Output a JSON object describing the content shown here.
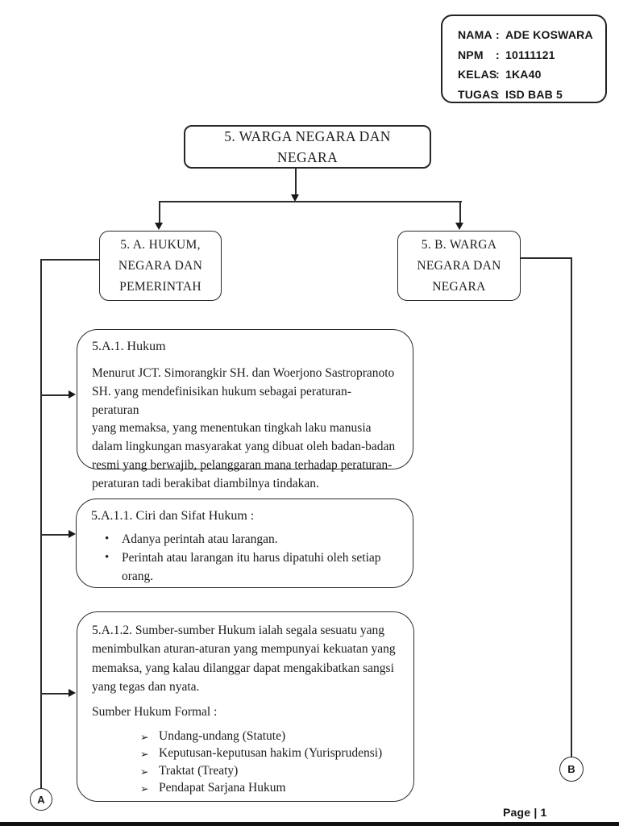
{
  "page": {
    "page_number": "Page | 1",
    "background_color": "#ffffff",
    "ink_color": "#1b1b1b"
  },
  "icons": {
    "bullet_dot": "•",
    "arrow_bullet": "➢"
  },
  "student_info": {
    "separator": ":",
    "rows": [
      {
        "label": "NAMA",
        "value": "ADE KOSWARA"
      },
      {
        "label": "NPM",
        "value": "10111121"
      },
      {
        "label": "KELAS",
        "value": "1KA40"
      },
      {
        "label": "TUGAS",
        "value": "ISD BAB 5"
      }
    ]
  },
  "flowchart": {
    "root_title": "5. WARGA NEGARA DAN\nNEGARA",
    "branch_left_title": "5. A. HUKUM,\nNEGARA DAN\nPEMERINTAH",
    "branch_right_title": "5. B. WARGA\nNEGARA DAN\nNEGARA",
    "connector_a_label": "A",
    "connector_b_label": "B",
    "box_hukum": {
      "heading": "5.A.1. Hukum",
      "body": "Menurut JCT. Simorangkir SH. dan Woerjono Sastropranoto\nSH. yang mendefinisikan hukum sebagai peraturan-peraturan\nyang memaksa, yang menentukan tingkah laku manusia\ndalam lingkungan masyarakat yang dibuat oleh badan-badan\nresmi yang berwajib, pelanggaran mana terhadap peraturan-\nperaturan tadi berakibat diambilnya tindakan."
    },
    "box_ciri": {
      "heading": "5.A.1.1. Ciri dan Sifat Hukum :",
      "bullets": [
        "Adanya perintah atau larangan.",
        "Perintah atau larangan itu harus dipatuhi oleh setiap\norang."
      ]
    },
    "box_sumber": {
      "body": "5.A.1.2. Sumber-sumber Hukum ialah segala sesuatu yang\nmenimbulkan aturan-aturan yang mempunyai kekuatan yang\nmemaksa, yang kalau dilanggar dapat mengakibatkan sangsi\nyang tegas dan nyata.",
      "subheading": "Sumber Hukum Formal :",
      "bullets": [
        "Undang-undang (Statute)",
        "Keputusan-keputusan hakim (Yurisprudensi)",
        "Traktat (Treaty)",
        "Pendapat Sarjana Hukum"
      ]
    }
  }
}
